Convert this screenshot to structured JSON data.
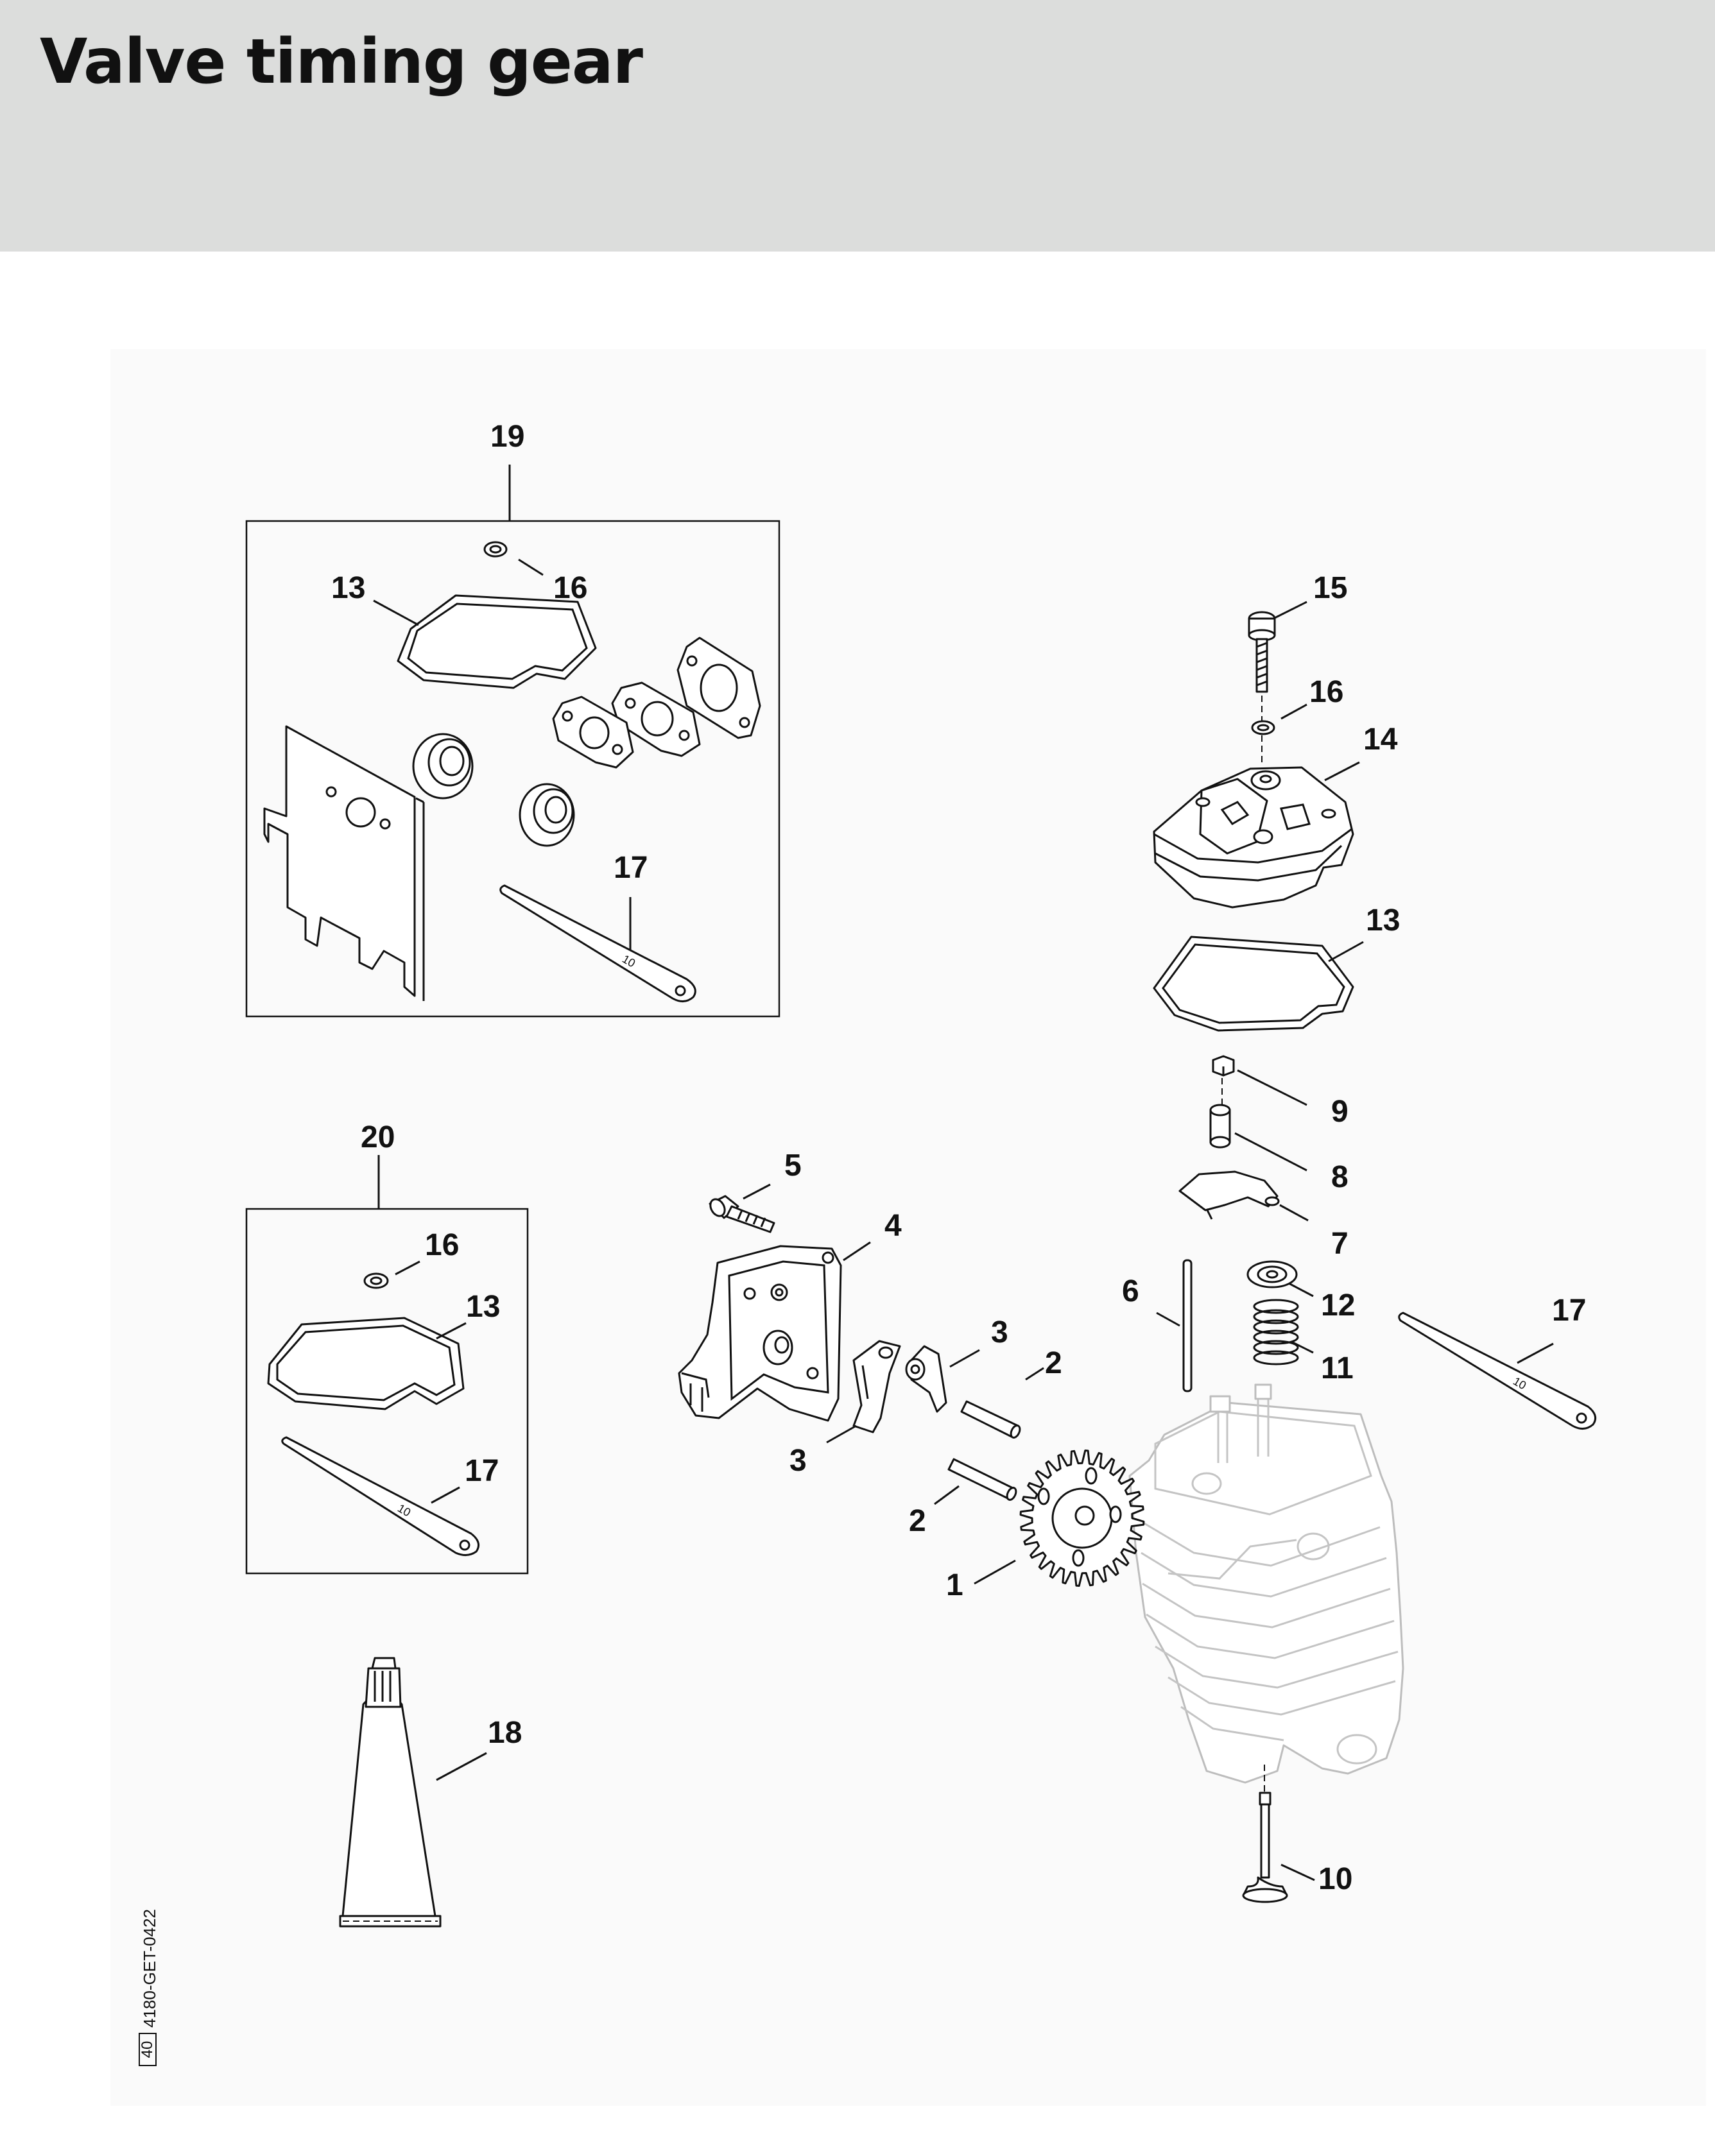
{
  "title": "Valve timing gear",
  "document_id": "4180-GET-0422",
  "page_box": "40",
  "callouts": {
    "c19": "19",
    "c13a": "13",
    "c16a": "16",
    "c17a": "17",
    "c20": "20",
    "c16b": "16",
    "c13b": "13",
    "c17b": "17",
    "c18": "18",
    "c5": "5",
    "c4": "4",
    "c3a": "3",
    "c3b": "3",
    "c2a": "2",
    "c2b": "2",
    "c1": "1",
    "c15": "15",
    "c16c": "16",
    "c14": "14",
    "c13c": "13",
    "c9": "9",
    "c8": "8",
    "c7": "7",
    "c6": "6",
    "c12": "12",
    "c11": "11",
    "c17c": "17",
    "c10": "10"
  },
  "spanner_marking": "10"
}
